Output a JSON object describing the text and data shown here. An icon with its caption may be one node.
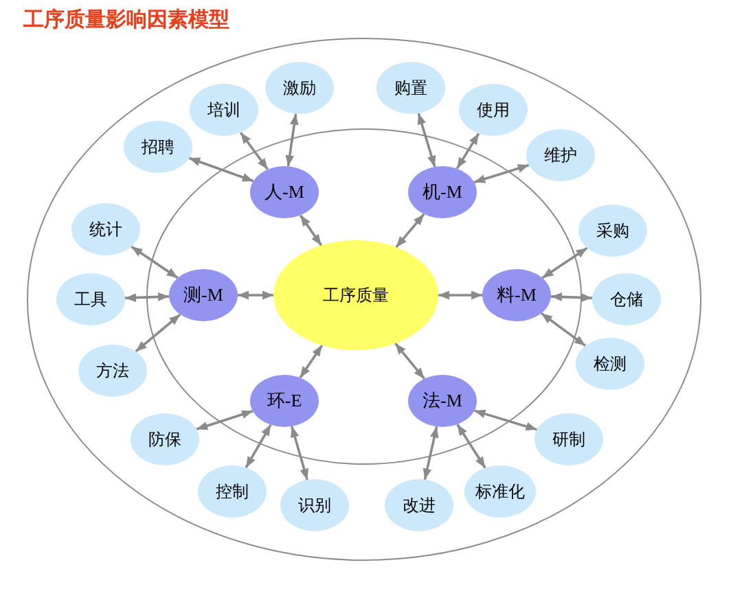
{
  "diagram": {
    "title": "工序质量影响因素模型",
    "nodes": [
      {
        "text": [
          "工序质量"
        ]
      },
      {
        "text": [
          "人-M"
        ]
      },
      {
        "text": [
          "招聘"
        ]
      },
      {
        "text": [
          "培训"
        ]
      },
      {
        "text": [
          "激励"
        ]
      },
      {
        "text": [
          "机-M"
        ]
      },
      {
        "text": [
          "购置"
        ]
      },
      {
        "text": [
          "使用"
        ]
      },
      {
        "text": [
          "维护"
        ]
      },
      {
        "text": [
          "料-M"
        ]
      },
      {
        "text": [
          "采购"
        ]
      },
      {
        "text": [
          "仓储"
        ]
      },
      {
        "text": [
          "检测"
        ]
      },
      {
        "text": [
          "法-M"
        ]
      },
      {
        "text": [
          "研制"
        ]
      },
      {
        "text": [
          "标准化"
        ]
      },
      {
        "text": [
          "改进"
        ]
      },
      {
        "text": [
          "环-E"
        ]
      },
      {
        "text": [
          "识别"
        ]
      },
      {
        "text": [
          "控制"
        ]
      },
      {
        "text": [
          "防保"
        ]
      },
      {
        "text": [
          "测-M"
        ]
      },
      {
        "text": [
          "方法"
        ]
      },
      {
        "text": [
          "工具"
        ]
      },
      {
        "text": [
          "统计"
        ]
      }
    ],
    "edges": [
      {
        "from": 0,
        "to": 1,
        "arrow": "both"
      },
      {
        "from": 0,
        "to": 5,
        "arrow": "both"
      },
      {
        "from": 0,
        "to": 9,
        "arrow": "both"
      },
      {
        "from": 0,
        "to": 13,
        "arrow": "both"
      },
      {
        "from": 0,
        "to": 17,
        "arrow": "both"
      },
      {
        "from": 0,
        "to": 21,
        "arrow": "both"
      },
      {
        "from": 1,
        "to": 2,
        "arrow": "both"
      },
      {
        "from": 1,
        "to": 3,
        "arrow": "both"
      },
      {
        "from": 1,
        "to": 4,
        "arrow": "both"
      },
      {
        "from": 5,
        "to": 6,
        "arrow": "both"
      },
      {
        "from": 5,
        "to": 7,
        "arrow": "both"
      },
      {
        "from": 5,
        "to": 8,
        "arrow": "both"
      },
      {
        "from": 9,
        "to": 10,
        "arrow": "both"
      },
      {
        "from": 9,
        "to": 11,
        "arrow": "both"
      },
      {
        "from": 9,
        "to": 12,
        "arrow": "both"
      },
      {
        "from": 13,
        "to": 14,
        "arrow": "both"
      },
      {
        "from": 13,
        "to": 15,
        "arrow": "both"
      },
      {
        "from": 13,
        "to": 16,
        "arrow": "both"
      },
      {
        "from": 17,
        "to": 18,
        "arrow": "both"
      },
      {
        "from": 17,
        "to": 19,
        "arrow": "both"
      },
      {
        "from": 17,
        "to": 20,
        "arrow": "both"
      },
      {
        "from": 21,
        "to": 22,
        "arrow": "both"
      },
      {
        "from": 21,
        "to": 23,
        "arrow": "both"
      },
      {
        "from": 21,
        "to": 24,
        "arrow": "both"
      }
    ]
  }
}
